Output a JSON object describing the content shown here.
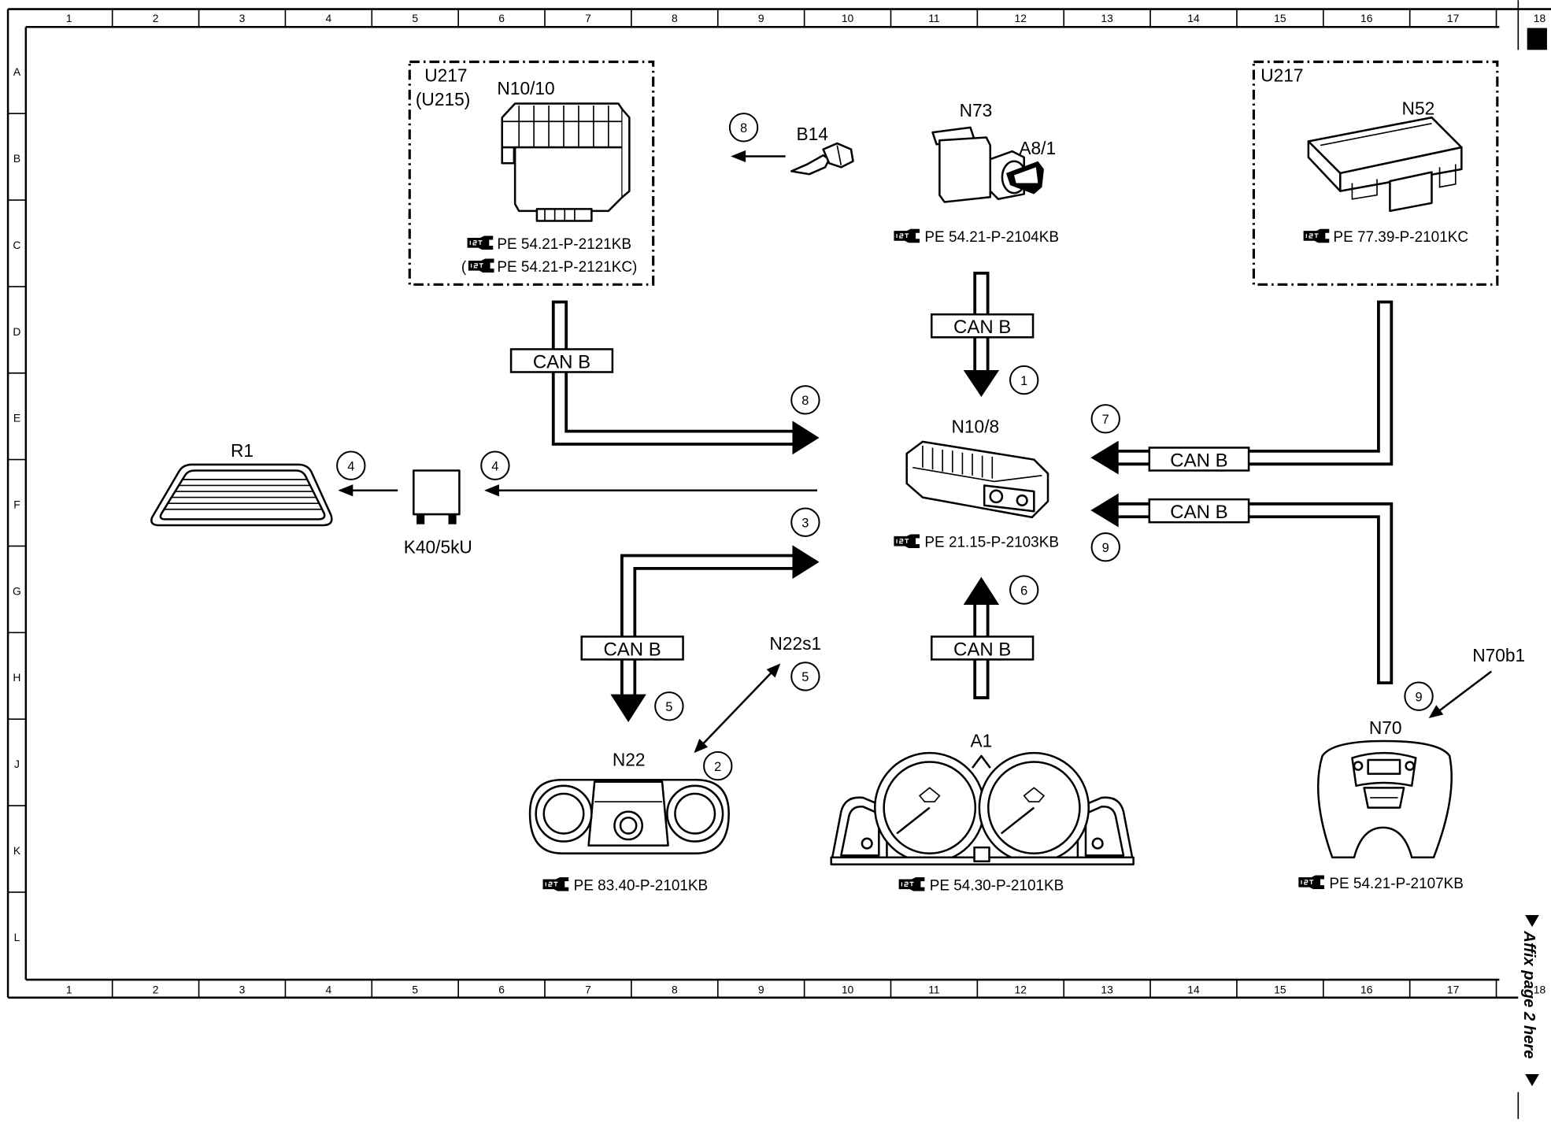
{
  "frame": {
    "column_numbers": [
      "1",
      "2",
      "3",
      "4",
      "5",
      "6",
      "7",
      "8",
      "9",
      "10",
      "11",
      "12",
      "13",
      "14",
      "15",
      "16",
      "17",
      "18"
    ],
    "row_letters": [
      "A",
      "B",
      "C",
      "D",
      "E",
      "F",
      "G",
      "H",
      "J",
      "K",
      "L"
    ],
    "affix_note": "Affix page 2 here"
  },
  "components": {
    "n10_10": {
      "zone_label": "U217",
      "alt_zone_label": "(U215)",
      "label": "N10/10",
      "ref_primary": "PE 54.21-P-2121KB",
      "ref_secondary_prefix": "(",
      "ref_secondary": "PE 54.21-P-2121KC)"
    },
    "b14": {
      "label": "B14"
    },
    "n73": {
      "label": "N73",
      "key_label": "A8/1",
      "ref": "PE 54.21-P-2104KB"
    },
    "n52": {
      "zone_label": "U217",
      "label": "N52",
      "ref": "PE 77.39-P-2101KC"
    },
    "n10_8": {
      "label": "N10/8",
      "ref": "PE 21.15-P-2103KB"
    },
    "k40": {
      "label": "K40/5kU"
    },
    "r1": {
      "label": "R1"
    },
    "n22": {
      "label": "N22",
      "ref": "PE 83.40-P-2101KB"
    },
    "n22s1": {
      "label": "N22s1"
    },
    "a1": {
      "label": "A1",
      "ref": "PE 54.30-P-2101KB"
    },
    "n70": {
      "label": "N70",
      "ref": "PE 54.21-P-2107KB"
    },
    "n70b1": {
      "label": "N70b1"
    }
  },
  "buses": [
    "CAN B",
    "CAN B",
    "CAN B",
    "CAN B",
    "CAN B",
    "CAN B"
  ],
  "callouts": [
    "1",
    "8",
    "8",
    "4",
    "4",
    "3",
    "5",
    "5",
    "2",
    "6",
    "7",
    "9",
    "9"
  ],
  "icons": {
    "reference": "reference-pointer-icon",
    "note_marker": "triangle-down-icon"
  },
  "colors": {
    "ink": "#000000",
    "background": "#ffffff"
  }
}
